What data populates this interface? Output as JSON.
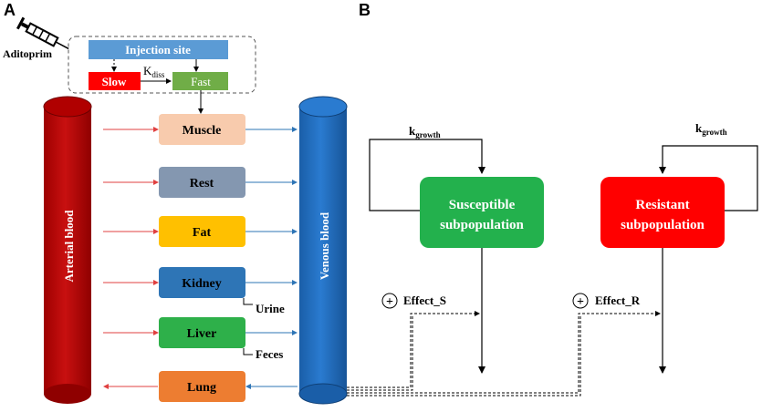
{
  "panel_a": {
    "label": "A",
    "drug": "Aditoprim",
    "injection_site": "Injection site",
    "slow": "Slow",
    "fast": "Fast",
    "k_diss": "K",
    "k_diss_sub": "diss",
    "arterial": "Arterial blood",
    "venous": "Venous blood",
    "organs": [
      {
        "name": "Muscle",
        "color": "#f8cbad",
        "text_color": "#000000"
      },
      {
        "name": "Rest",
        "color": "#8497b0",
        "text_color": "#000000"
      },
      {
        "name": "Fat",
        "color": "#ffc000",
        "text_color": "#000000"
      },
      {
        "name": "Kidney",
        "color": "#2e75b6",
        "text_color": "#000000"
      },
      {
        "name": "Liver",
        "color": "#2eb04a",
        "text_color": "#000000"
      },
      {
        "name": "Lung",
        "color": "#ed7d31",
        "text_color": "#000000"
      }
    ],
    "urine": "Urine",
    "feces": "Feces"
  },
  "panel_b": {
    "label": "B",
    "k_growth": "k",
    "k_growth_sub": "growth",
    "susceptible_line1": "Susceptible",
    "susceptible_line2": "subpopulation",
    "resistant_line1": "Resistant",
    "resistant_line2": "subpopulation",
    "effect_s": "Effect_S",
    "effect_r": "Effect_R",
    "plus": "+"
  },
  "colors": {
    "arterial": "#c00000",
    "venous": "#1f6fc1",
    "injection": "#5b9bd5",
    "slow": "#ff0000",
    "fast": "#70ad47",
    "susceptible": "#23b14d",
    "resistant": "#ff0000",
    "arrow_red": "#e04040",
    "arrow_blue": "#2e75b6"
  }
}
